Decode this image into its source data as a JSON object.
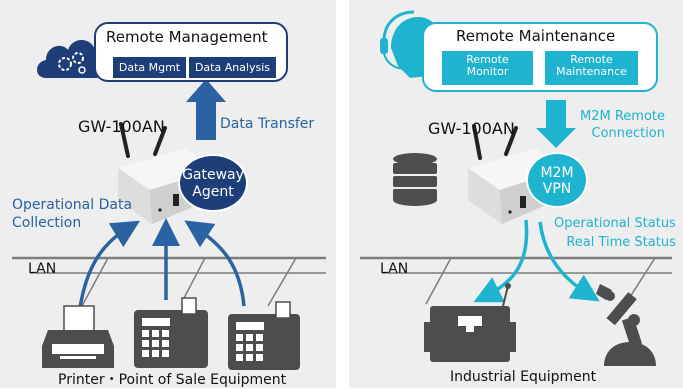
{
  "left": {
    "title": "Remote Management",
    "chips": [
      "Data Mgmt",
      "Data Analysis"
    ],
    "device": "GW-100AN",
    "transfer": "Data Transfer",
    "agent": [
      "Gateway",
      "Agent"
    ],
    "collection": [
      "Operational Data",
      "Collection"
    ],
    "lan": "LAN",
    "caption": "Printer・Point of Sale Equipment"
  },
  "right": {
    "title": "Remote Maintenance",
    "chips": [
      [
        "Remote",
        "Monitor"
      ],
      [
        "Remote",
        "Maintenance"
      ]
    ],
    "device": "GW-100AN",
    "connection": [
      "M2M Remote",
      "Connection"
    ],
    "vpn": [
      "M2M",
      "VPN"
    ],
    "status": [
      "Operational Status",
      "Real Time Status"
    ],
    "lan": "LAN",
    "caption": "Industrial Equipment"
  },
  "colors": {
    "navy": "#1d3e79",
    "steel": "#2a62a2",
    "teal": "#1eb4cf",
    "panel": "#eeeeee",
    "dark": "#4d4d4d",
    "line": "#7d7d7d"
  },
  "icons": [
    "cloud-gears-icon",
    "headset-support-icon",
    "database-icon",
    "printer-icon",
    "pos-terminal-icon",
    "factory-machine-icon",
    "robot-arm-icon"
  ]
}
